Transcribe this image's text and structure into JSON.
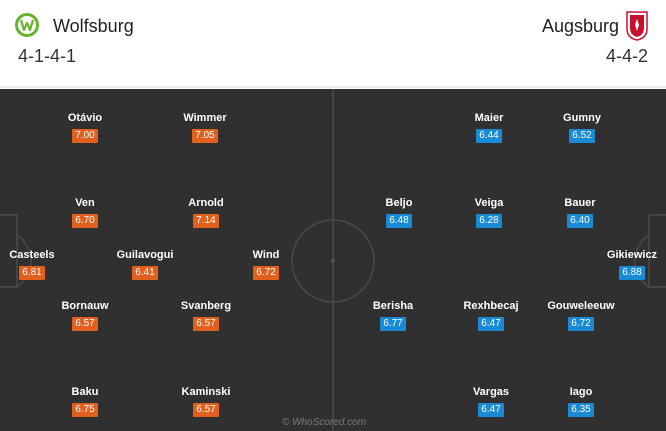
{
  "home": {
    "name": "Wolfsburg",
    "formation": "4-1-4-1",
    "players": [
      {
        "name": "Casteels",
        "rating": "6.81"
      },
      {
        "name": "Otávio",
        "rating": "7.00"
      },
      {
        "name": "Wimmer",
        "rating": "7.05"
      },
      {
        "name": "Ven",
        "rating": "6.70"
      },
      {
        "name": "Arnold",
        "rating": "7.14"
      },
      {
        "name": "Guilavogui",
        "rating": "6.41"
      },
      {
        "name": "Wind",
        "rating": "6.72"
      },
      {
        "name": "Bornauw",
        "rating": "6.57"
      },
      {
        "name": "Svanberg",
        "rating": "6.57"
      },
      {
        "name": "Baku",
        "rating": "6.75"
      },
      {
        "name": "Kaminski",
        "rating": "6.57"
      }
    ]
  },
  "away": {
    "name": "Augsburg",
    "formation": "4-4-2",
    "players": [
      {
        "name": "Maier",
        "rating": "6.44"
      },
      {
        "name": "Gumny",
        "rating": "6.52"
      },
      {
        "name": "Beljo",
        "rating": "6.48"
      },
      {
        "name": "Veiga",
        "rating": "6.28"
      },
      {
        "name": "Bauer",
        "rating": "6.40"
      },
      {
        "name": "Gikiewicz",
        "rating": "6.88"
      },
      {
        "name": "Berisha",
        "rating": "6.77"
      },
      {
        "name": "Rexhbecaj",
        "rating": "6.47"
      },
      {
        "name": "Gouweleeuw",
        "rating": "6.72"
      },
      {
        "name": "Vargas",
        "rating": "6.47"
      },
      {
        "name": "Iago",
        "rating": "6.35"
      }
    ]
  },
  "watermark": "© WhoScored.com",
  "colors": {
    "home_rating": "#e2601e",
    "away_rating": "#1a8ad6",
    "pitch": "#303030",
    "pitch_lines": "#4a4a4a"
  }
}
